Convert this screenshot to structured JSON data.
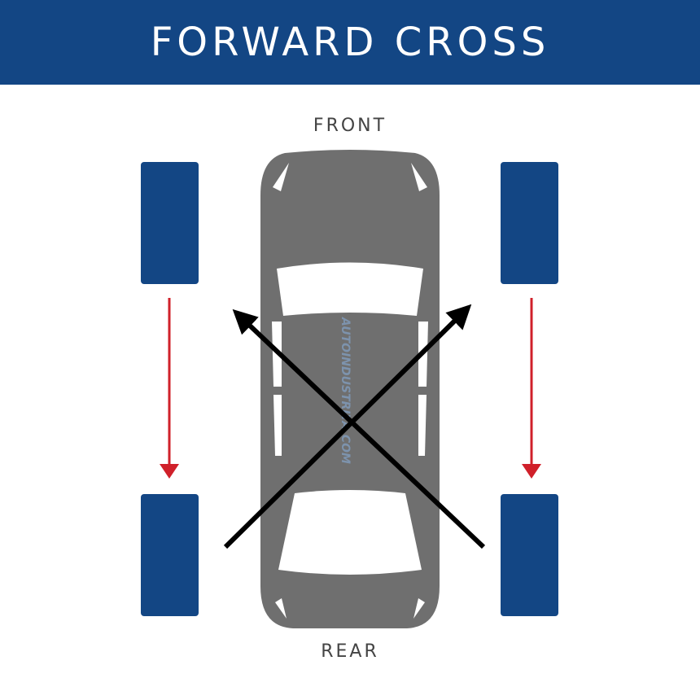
{
  "title": "FORWARD CROSS",
  "front_label": "FRONT",
  "rear_label": "REAR",
  "watermark": "AUTOINDUSTRIYA.COM",
  "colors": {
    "header": "#134684",
    "tire": "#134684",
    "car": "#6f6f6f",
    "side_arrow": "#d0202a",
    "cross_arrow": "#000000"
  }
}
